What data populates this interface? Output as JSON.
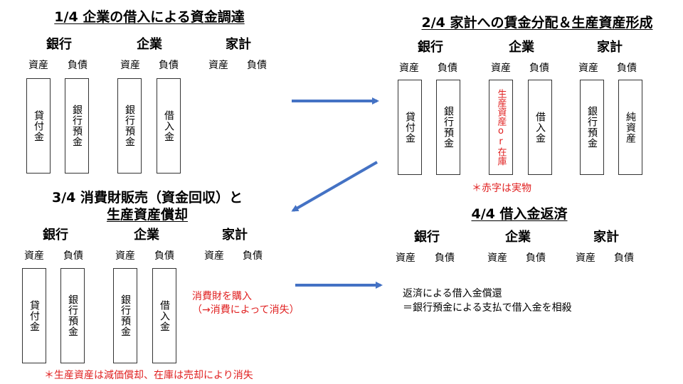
{
  "colors": {
    "arrow": "#4472c4",
    "highlight": "#e02020"
  },
  "labels": {
    "bank": "銀行",
    "firm": "企業",
    "household": "家計",
    "assets": "資産",
    "liabilities": "負債"
  },
  "panel1": {
    "title": "1/4 企業の借入による資金調達",
    "bank_asset": "貸付金",
    "bank_liability": "銀行預金",
    "firm_asset": "銀行預金",
    "firm_liability": "借入金"
  },
  "panel2": {
    "title": "2/4 家計への賃金分配＆生産資産形成",
    "bank_asset": "貸付金",
    "bank_liability": "銀行預金",
    "firm_asset": "生産資産or在庫",
    "firm_liability": "借入金",
    "household_asset": "銀行預金",
    "household_liability": "純資産",
    "note": "＊赤字は実物"
  },
  "panel3": {
    "title_line1": "3/4 消費財販売（資金回収）と",
    "title_line2": "生産資産償却",
    "bank_asset": "貸付金",
    "bank_liability": "銀行預金",
    "firm_asset": "銀行預金",
    "firm_liability": "借入金",
    "side_note_line1": "消費財を購入",
    "side_note_line2": "（→消費によって消失）",
    "note": "＊生産資産は減価償却、在庫は売却により消失"
  },
  "panel4": {
    "title": "4/4 借入金返済",
    "text_line1": "返済による借入金償還",
    "text_line2": "＝銀行預金による支払で借入金を相殺"
  }
}
